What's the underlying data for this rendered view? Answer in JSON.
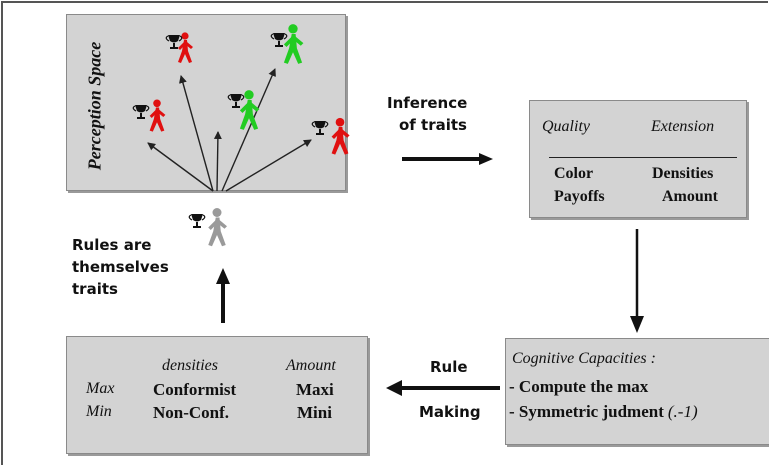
{
  "perception_space": {
    "label": "Perception Space"
  },
  "inference_label": {
    "line1": "Inference",
    "line2": "of traits"
  },
  "quality_box": {
    "header_left": "Quality",
    "header_right": "Extension",
    "row1_left": "Color",
    "row1_right": "Densities",
    "row2_left": "Payoffs",
    "row2_right": "Amount"
  },
  "rules_label": {
    "line1": "Rules are",
    "line2": "themselves",
    "line3": "traits"
  },
  "cognitive_box": {
    "title": "Cognitive Capacities :",
    "item1_prefix": "- ",
    "item1": "Compute the max",
    "item2_prefix": "- ",
    "item2": "Symmetric judment",
    "item2_suffix": "(.-1)"
  },
  "rule_making_label": {
    "line1": "Rule",
    "line2": "Making"
  },
  "rules_box": {
    "header_mid": "densities",
    "header_right": "Amount",
    "row1_left": "Max",
    "row1_mid": "Conformist",
    "row1_right": "Maxi",
    "row2_left": "Min",
    "row2_mid": "Non-Conf.",
    "row2_right": "Mini"
  },
  "colors": {
    "red": "#e01010",
    "green": "#22cc22",
    "grey": "#9a9a9a",
    "box": "#d3d3d3"
  }
}
